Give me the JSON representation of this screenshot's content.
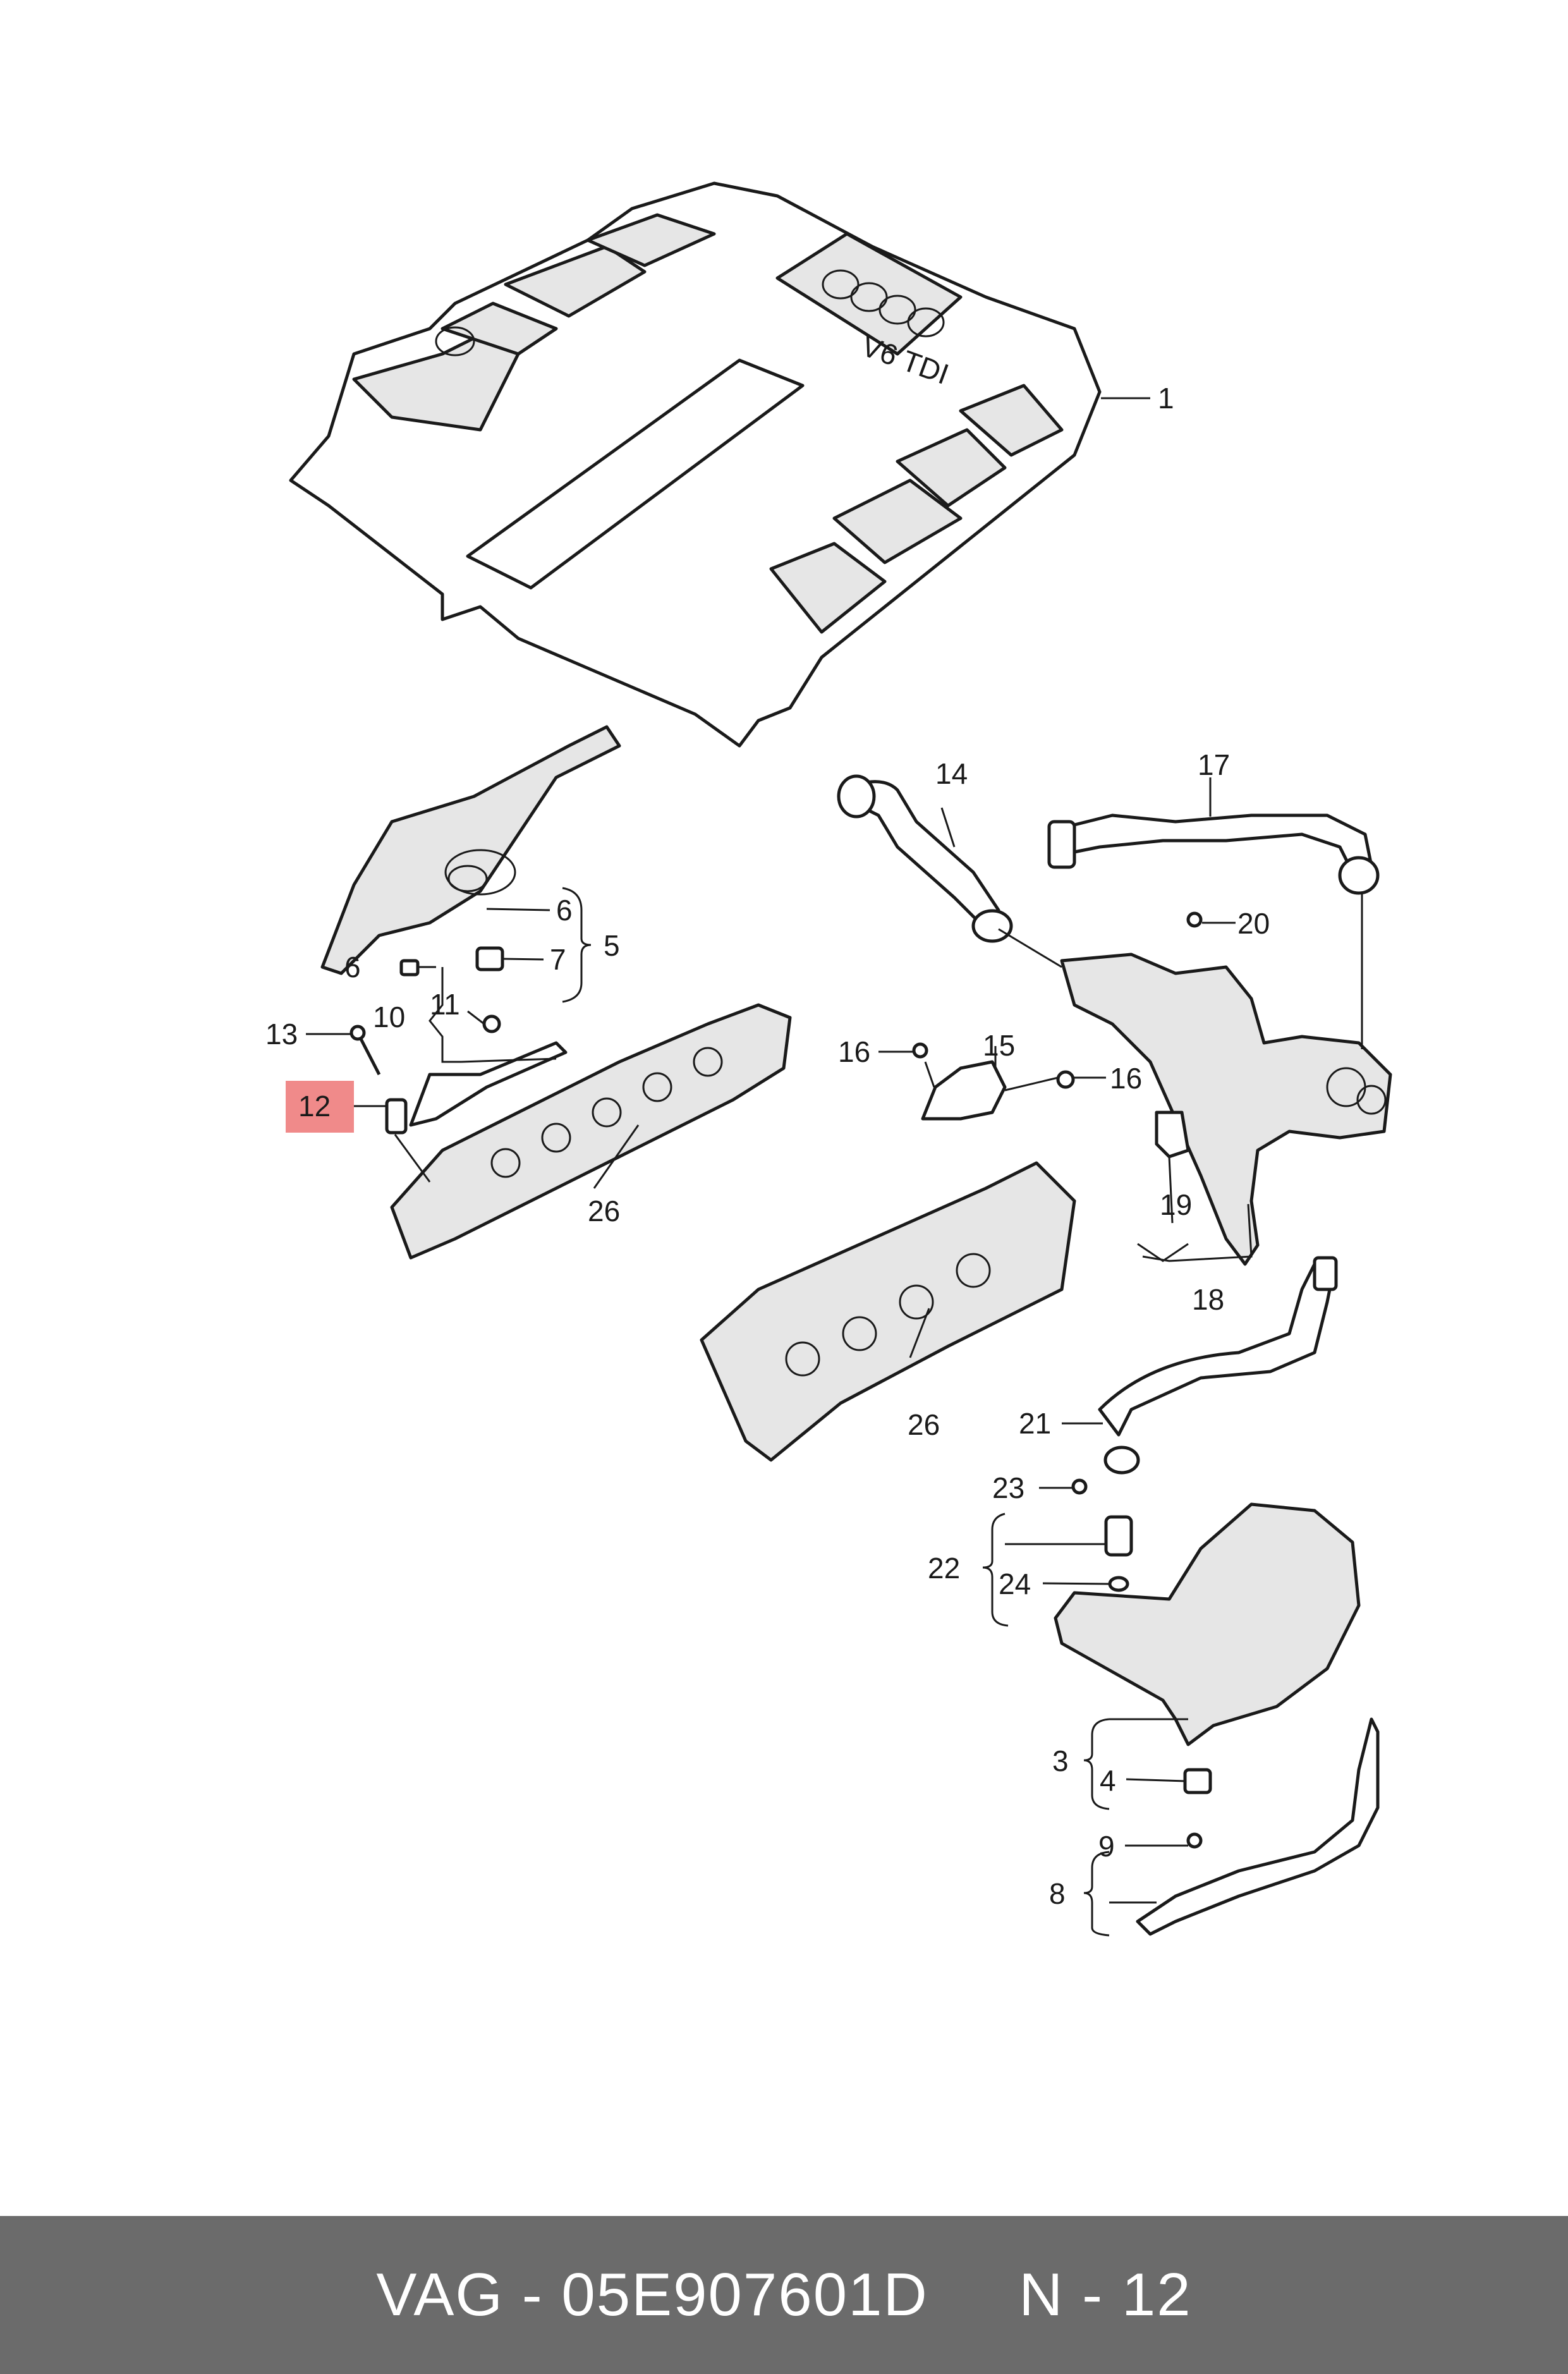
{
  "diagram": {
    "highlight_color": "#f08a8a",
    "highlighted_callout": "12",
    "callouts": {
      "c1": "1",
      "c3": "3",
      "c4": "4",
      "c5": "5",
      "c6a": "6",
      "c6b": "6",
      "c7": "7",
      "c8": "8",
      "c9": "9",
      "c10": "10",
      "c11": "11",
      "c12": "12",
      "c13": "13",
      "c14": "14",
      "c15": "15",
      "c16a": "16",
      "c16b": "16",
      "c17": "17",
      "c18": "18",
      "c19": "19",
      "c20": "20",
      "c21": "21",
      "c22": "22",
      "c23": "23",
      "c24": "24",
      "c26a": "26",
      "c26b": "26"
    },
    "cover_badge": "V6 TDI"
  },
  "footer": {
    "brand": "VAG",
    "part_number": "05E907601D",
    "position": "N - 12",
    "background": "#6b6b6b"
  }
}
